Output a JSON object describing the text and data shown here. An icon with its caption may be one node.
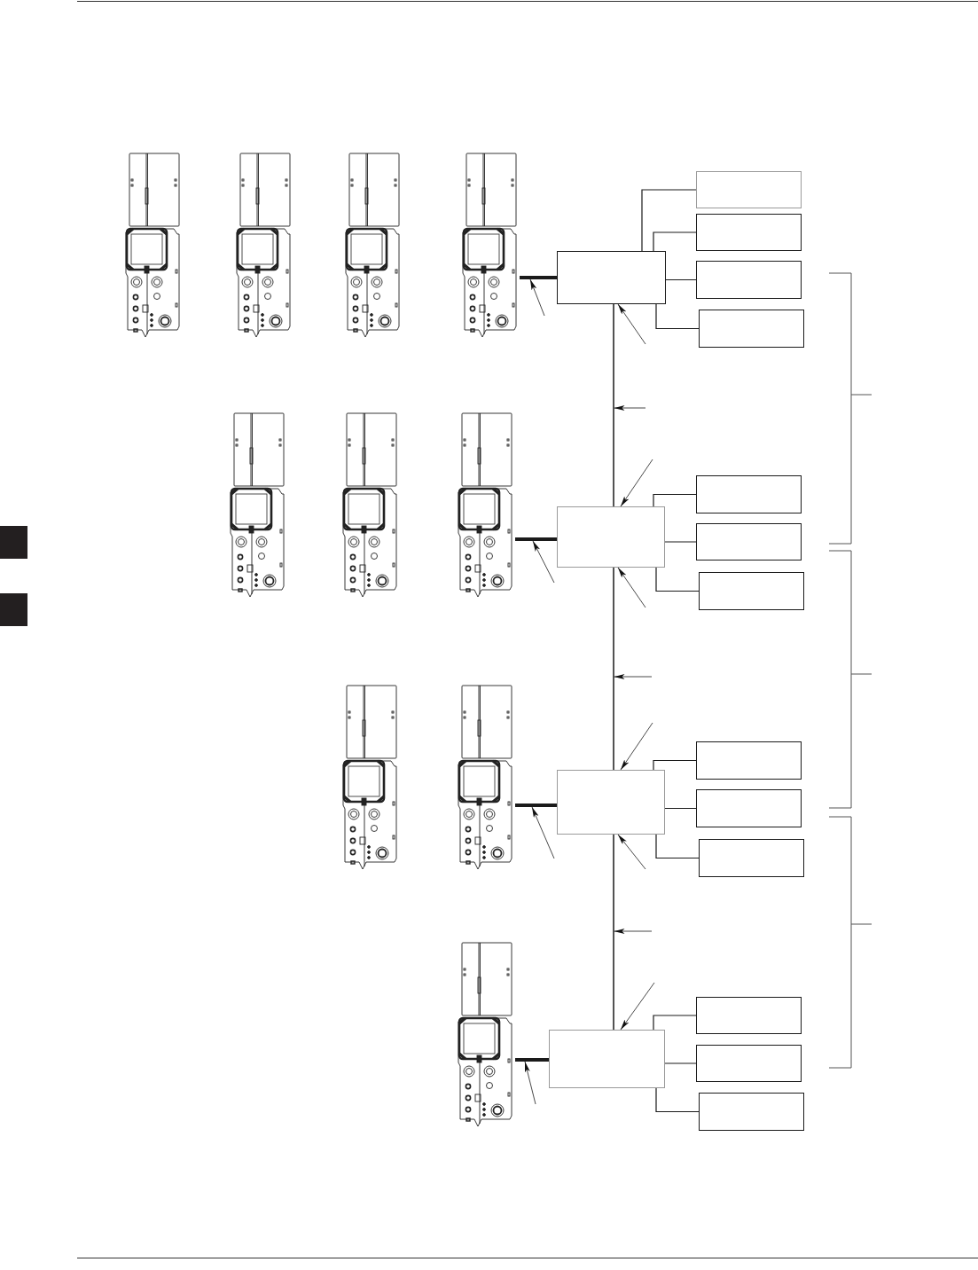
{
  "diagram": {
    "nodes": [
      {
        "text": [],
        "shape": "picture"
      },
      {
        "text": [],
        "shape": "box"
      },
      {
        "text": [],
        "shape": "box"
      },
      {
        "text": [],
        "shape": "box"
      },
      {
        "text": [],
        "shape": "box"
      },
      {
        "text": [],
        "shape": "box"
      },
      {
        "text": [],
        "shape": "picture"
      },
      {
        "text": [],
        "shape": "box"
      },
      {
        "text": [],
        "shape": "box"
      },
      {
        "text": [],
        "shape": "box"
      },
      {
        "text": [],
        "shape": "box"
      },
      {
        "text": [],
        "shape": "picture"
      },
      {
        "text": [],
        "shape": "box"
      },
      {
        "text": [],
        "shape": "box"
      },
      {
        "text": [],
        "shape": "box"
      },
      {
        "text": [],
        "shape": "box"
      },
      {
        "text": [],
        "shape": "picture"
      },
      {
        "text": [],
        "shape": "box"
      },
      {
        "text": [],
        "shape": "box"
      },
      {
        "text": [],
        "shape": "box"
      },
      {
        "text": [],
        "shape": "box"
      },
      {
        "text": [],
        "shape": "bar"
      },
      {
        "text": [],
        "shape": "bar"
      },
      {
        "text": [],
        "shape": "bar"
      },
      {
        "text": [],
        "shape": "bar"
      },
      {
        "text": [],
        "shape": "bar"
      },
      {
        "text": [],
        "shape": "bar"
      },
      {
        "text": [],
        "shape": "bar"
      }
    ],
    "edges": [
      {
        "from": 1,
        "to": 2,
        "arrow": "none"
      },
      {
        "from": 1,
        "to": 3,
        "arrow": "none"
      },
      {
        "from": 1,
        "to": 4,
        "arrow": "none"
      },
      {
        "from": 1,
        "to": 5,
        "arrow": "none"
      },
      {
        "from": null,
        "to": 21,
        "arrow": "to"
      },
      {
        "from": null,
        "to": 1,
        "arrow": "to"
      },
      {
        "from": null,
        "to": 25,
        "arrow": "to"
      },
      {
        "from": null,
        "to": 7,
        "arrow": "to"
      },
      {
        "from": 7,
        "to": 8,
        "arrow": "none"
      },
      {
        "from": 7,
        "to": 9,
        "arrow": "none"
      },
      {
        "from": 7,
        "to": 10,
        "arrow": "none"
      },
      {
        "from": null,
        "to": 22,
        "arrow": "to"
      },
      {
        "from": null,
        "to": 7,
        "arrow": "to"
      },
      {
        "from": null,
        "to": 26,
        "arrow": "to"
      },
      {
        "from": null,
        "to": 12,
        "arrow": "to"
      },
      {
        "from": 12,
        "to": 13,
        "arrow": "none"
      },
      {
        "from": 12,
        "to": 14,
        "arrow": "none"
      },
      {
        "from": 12,
        "to": 15,
        "arrow": "none"
      },
      {
        "from": null,
        "to": 23,
        "arrow": "to"
      },
      {
        "from": null,
        "to": 12,
        "arrow": "to"
      },
      {
        "from": null,
        "to": 27,
        "arrow": "to"
      },
      {
        "from": null,
        "to": 17,
        "arrow": "to"
      },
      {
        "from": 17,
        "to": 18,
        "arrow": "none"
      },
      {
        "from": 17,
        "to": 19,
        "arrow": "none"
      },
      {
        "from": 17,
        "to": 20,
        "arrow": "none"
      },
      {
        "from": null,
        "to": 24,
        "arrow": "to"
      }
    ]
  }
}
